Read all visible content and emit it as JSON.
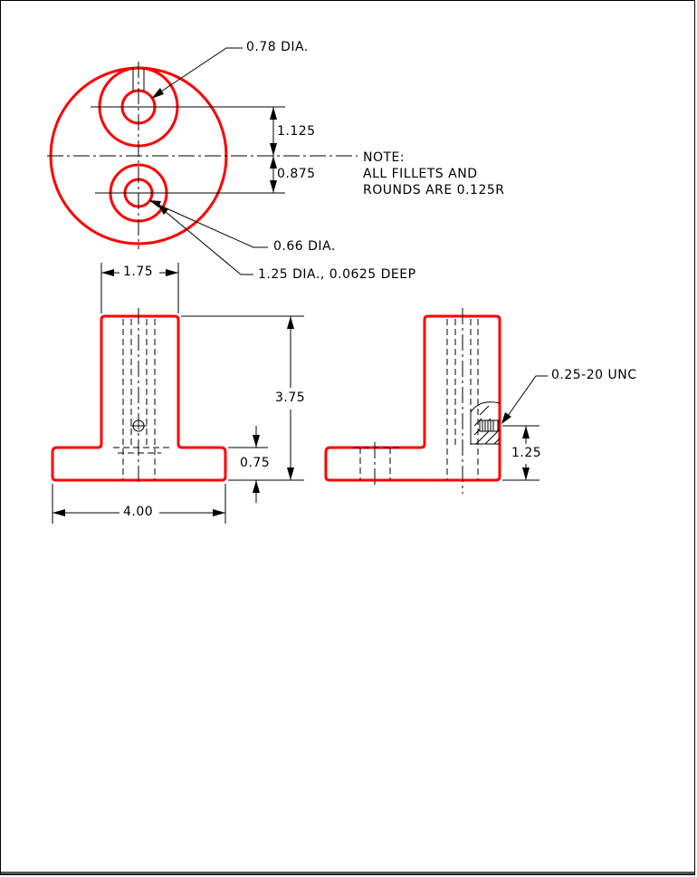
{
  "note": {
    "heading": "NOTE:",
    "line1": "ALL FILLETS AND",
    "line2": "ROUNDS ARE 0.125R"
  },
  "callouts": {
    "small_bore": "0.78 DIA.",
    "hole": "0.66 DIA.",
    "counterbore": "1.25 DIA., 0.0625 DEEP",
    "thread": "0.25-20 UNC"
  },
  "dimensions": {
    "upper_spacing": "1.125",
    "lower_spacing": "0.875",
    "stem_width": "1.75",
    "height": "3.75",
    "base_thickness": "0.75",
    "base_width": "4.00",
    "thread_height": "1.25"
  },
  "colors": {
    "object_line": "#ff0000",
    "dimension_line": "#000000"
  }
}
